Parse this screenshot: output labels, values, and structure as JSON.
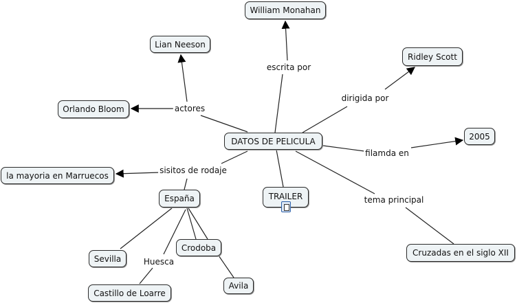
{
  "nodes": {
    "center": "DATOS DE PELICULA",
    "writer": "William Monahan",
    "actor1": "Lian Neeson",
    "actor2": "Orlando Bloom",
    "director": "Ridley Scott",
    "year": "2005",
    "locations_other": "la mayoria en Marruecos",
    "spain": "España",
    "trailer": "TRAILER",
    "theme": "Cruzadas en el siglo XII",
    "sevilla": "Sevilla",
    "cordoba": "Crodoba",
    "avila": "Avila",
    "loarre": "Castillo de Loarre"
  },
  "links": {
    "written_by": "escrita por",
    "directed_by": "dirigida por",
    "actors": "actores",
    "filmed_in": "filamda en",
    "locations": "sisitos de rodaje",
    "main_theme": "tema principal",
    "huesca": "Huesca"
  },
  "icons": {
    "trailer_attachment": "document-icon"
  }
}
